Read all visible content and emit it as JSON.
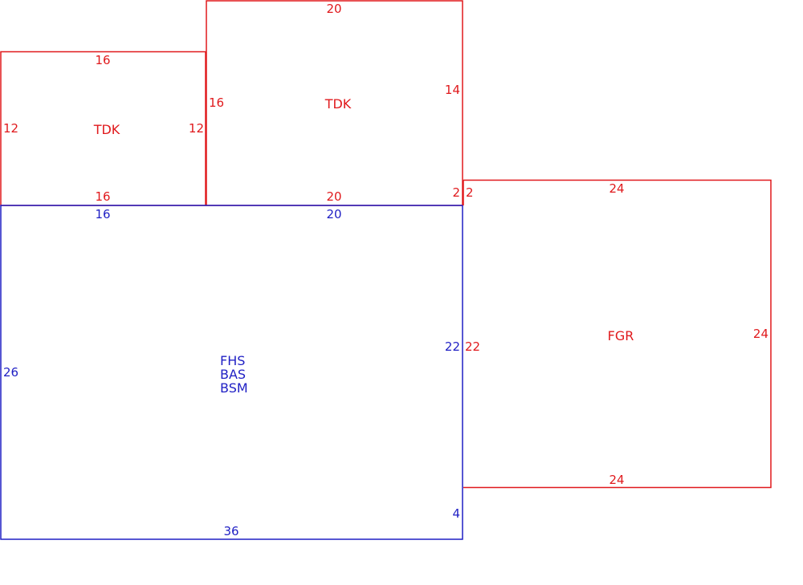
{
  "colors": {
    "red": "#e0191c",
    "blue": "#1f1fc4",
    "background": "#ffffff"
  },
  "tdk_left": {
    "code": "TDK",
    "top": "16",
    "left": "12",
    "right": "12",
    "bottom": "16"
  },
  "tdk_upper": {
    "code": "TDK",
    "top": "20",
    "left": "16",
    "right": "14",
    "bottom": "20",
    "corner": "2"
  },
  "main": {
    "codes": [
      "FHS",
      "BAS",
      "BSM"
    ],
    "top_left": "16",
    "top_right": "20",
    "left": "26",
    "right": "22",
    "right_lower": "4",
    "bottom": "36"
  },
  "fgr": {
    "code": "FGR",
    "corner": "2",
    "top": "24",
    "left": "22",
    "right": "24",
    "bottom": "24"
  }
}
